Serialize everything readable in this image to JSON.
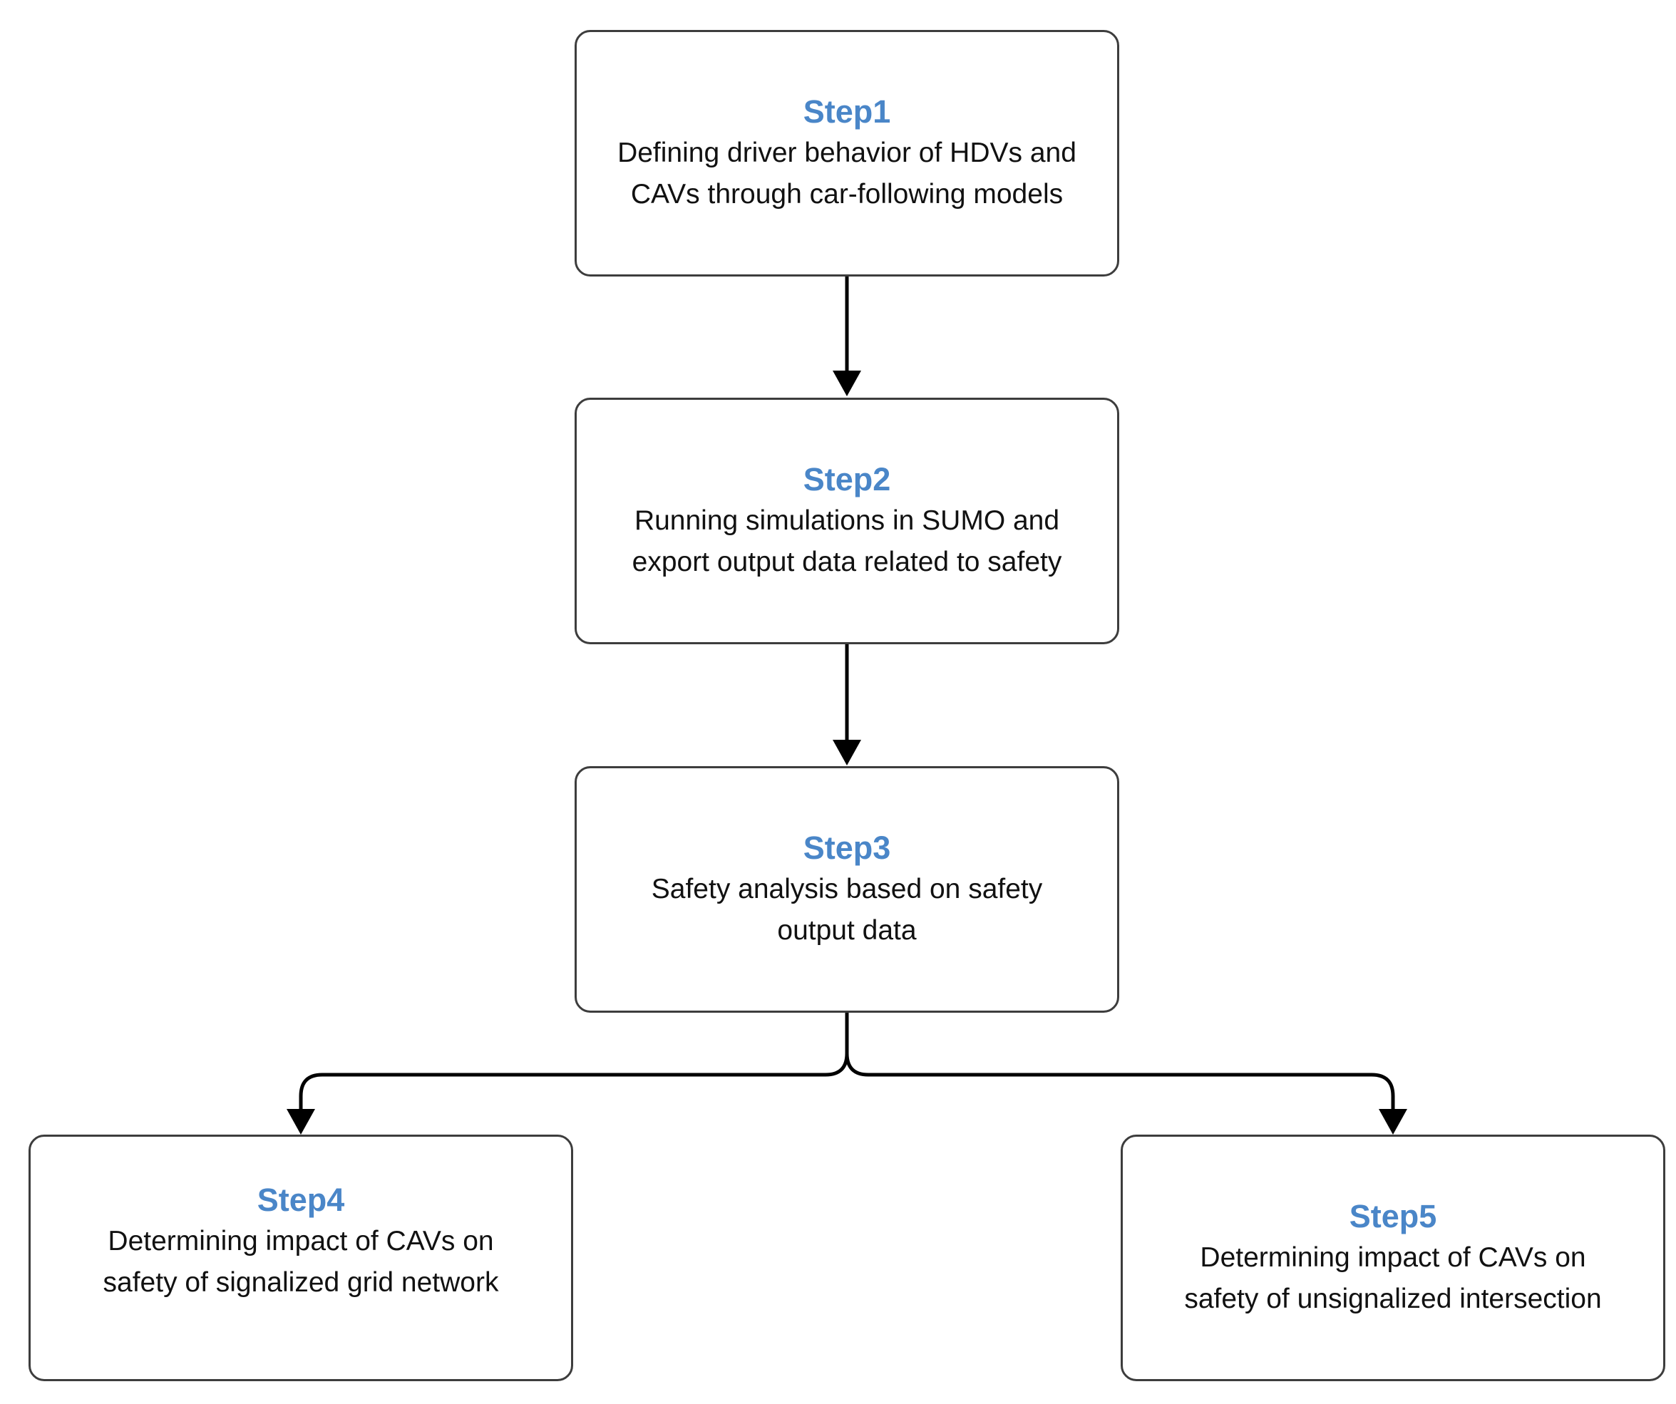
{
  "colors": {
    "title": "#4a86c8",
    "text": "#111111",
    "border": "#3d3d3d",
    "arrow": "#000000"
  },
  "steps": [
    {
      "id": "step1",
      "title": "Step1",
      "lines": [
        "Defining driver behavior of HDVs and",
        "CAVs through car-following models"
      ]
    },
    {
      "id": "step2",
      "title": "Step2",
      "lines": [
        "Running simulations in SUMO and",
        "export output data related to safety"
      ]
    },
    {
      "id": "step3",
      "title": "Step3",
      "lines": [
        "Safety analysis based on safety",
        "output data"
      ]
    },
    {
      "id": "step4",
      "title": "Step4",
      "lines": [
        "Determining impact of CAVs on",
        "safety of signalized grid network"
      ]
    },
    {
      "id": "step5",
      "title": "Step5",
      "lines": [
        "Determining impact of CAVs on",
        "safety of unsignalized intersection"
      ]
    }
  ],
  "connections": [
    {
      "from": "step1",
      "to": "step2"
    },
    {
      "from": "step2",
      "to": "step3"
    },
    {
      "from": "step3",
      "to": "step4"
    },
    {
      "from": "step3",
      "to": "step5"
    }
  ]
}
